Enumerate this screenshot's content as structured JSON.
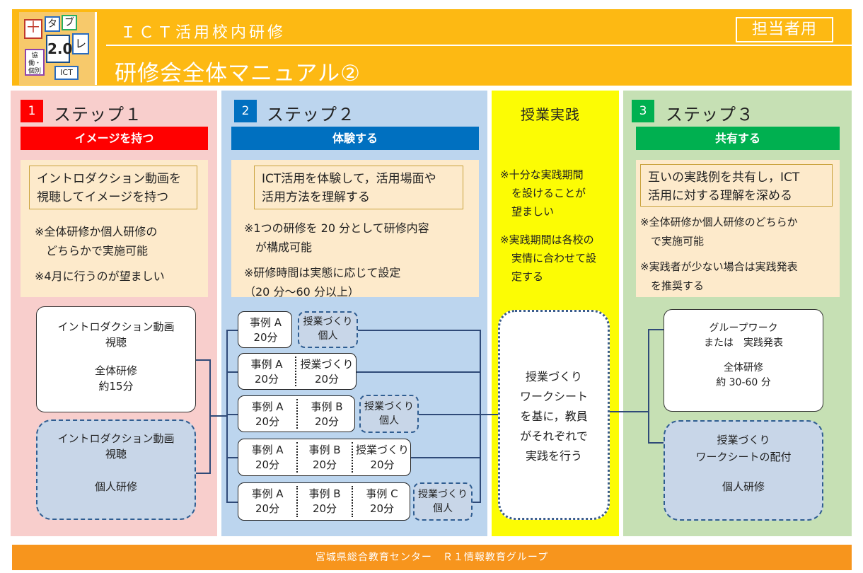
{
  "header": {
    "logo_text": {
      "plus": "＋",
      "ta": "タ",
      "bu": "ブ",
      "re": "レ",
      "version": "2.0",
      "kyodo": "協働・個別",
      "ict": "ICT"
    },
    "subtitle": "ＩＣＴ活用校内研修",
    "title": "研修会全体マニュアル②",
    "badge": "担当者用"
  },
  "columns": {
    "step1": {
      "num": "1",
      "label": "ステップ１",
      "bar": "イメージを持つ",
      "goal": [
        "イントロダクション動画を",
        "視聴してイメージを持つ"
      ],
      "notes": [
        "※全体研修か個人研修の",
        "　どちらかで実施可能",
        "※4月に行うのが望ましい"
      ],
      "box_whole": {
        "line1": "イントロダクション動画",
        "line2": "視聴",
        "line3": "全体研修",
        "line4": "約15分"
      },
      "box_indiv": {
        "line1": "イントロダクション動画",
        "line2": "視聴",
        "line3": "個人研修"
      }
    },
    "step2": {
      "num": "2",
      "label": "ステップ２",
      "bar": "体験する",
      "goal": [
        "ICT活用を体験して，活用場面や",
        "活用方法を理解する"
      ],
      "notes": [
        "※1つの研修を 20 分として研修内容",
        "　が構成可能",
        "※研修時間は実態に応じて設定",
        "（20 分～60 分以上）"
      ],
      "rows": [
        {
          "a": "事例 A",
          "a_t": "20分",
          "p": "授業づくり",
          "p2": "個人"
        },
        {
          "a": "事例 A",
          "a_t": "20分",
          "p": "授業づくり",
          "p_t": "20分"
        },
        {
          "a": "事例 A",
          "a_t": "20分",
          "b": "事例 B",
          "b_t": "20分",
          "p": "授業づくり",
          "p2": "個人"
        },
        {
          "a": "事例 A",
          "a_t": "20分",
          "b": "事例 B",
          "b_t": "20分",
          "p": "授業づくり",
          "p_t": "20分"
        },
        {
          "a": "事例 A",
          "a_t": "20分",
          "b": "事例 B",
          "b_t": "20分",
          "c": "事例 C",
          "c_t": "20分",
          "p": "授業づくり",
          "p2": "個人"
        }
      ]
    },
    "practice": {
      "label": "授業実践",
      "notes": [
        "※十分な実践期間",
        "を設けることが",
        "望ましい",
        "※実践期間は各校の",
        "実情に合わせて設",
        "定する"
      ],
      "box": [
        "授業づくり",
        "ワークシート",
        "を基に，教員",
        "がそれぞれで",
        "実践を行う"
      ]
    },
    "step3": {
      "num": "3",
      "label": "ステップ３",
      "bar": "共有する",
      "goal": [
        "互いの実践例を共有し，ICT",
        "活用に対する理解を深める"
      ],
      "notes": [
        "※全体研修か個人研修のどちらか",
        "　で実施可能",
        "※実践者が少ない場合は実践発表",
        "　を推奨する"
      ],
      "box_whole": {
        "line1": "グループワーク",
        "line2": "または　実践発表",
        "line3": "全体研修",
        "line4": "約 30-60 分"
      },
      "box_indiv": {
        "line1": "授業づくり",
        "line2": "ワークシートの配付",
        "line3": "個人研修"
      }
    }
  },
  "footer": "宮城県総合教育センター　Ｒ１情報教育グループ",
  "colors": {
    "header": "#fdb913",
    "step1_bar": "#ff0000",
    "step2_bar": "#0070c0",
    "step3_bar": "#00b050",
    "practice": "#fcfc04",
    "footer": "#f7951d"
  }
}
